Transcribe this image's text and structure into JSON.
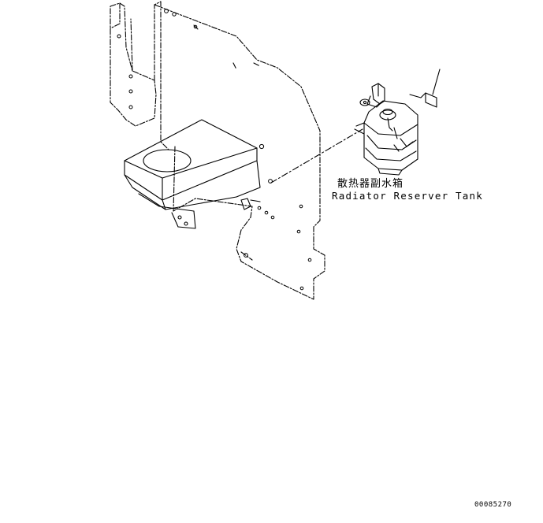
{
  "labels": {
    "part_name_cn": "散热器副水箱",
    "part_name_en": "Radiator Reserver Tank",
    "drawing_number": "00085270"
  },
  "colors": {
    "line": "#000000",
    "background": "#ffffff"
  }
}
